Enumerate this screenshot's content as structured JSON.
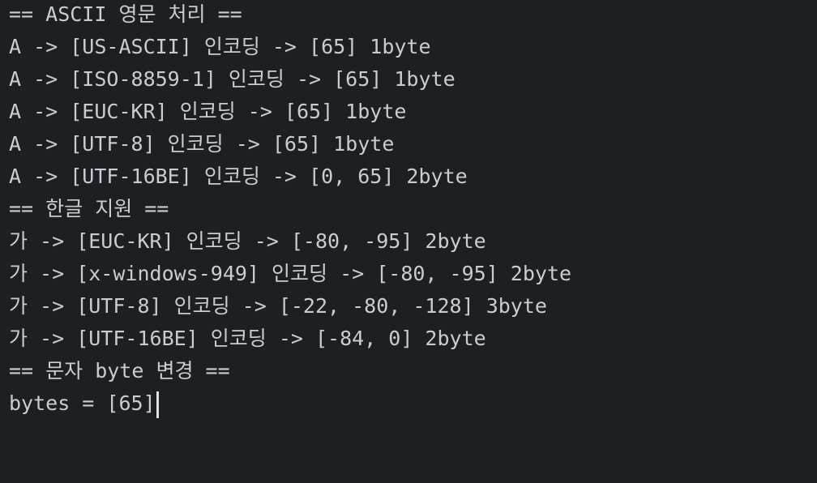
{
  "console": {
    "lines": [
      "== ASCII 영문 처리 ==",
      "A -> [US-ASCII] 인코딩 -> [65] 1byte",
      "A -> [ISO-8859-1] 인코딩 -> [65] 1byte",
      "A -> [EUC-KR] 인코딩 -> [65] 1byte",
      "A -> [UTF-8] 인코딩 -> [65] 1byte",
      "A -> [UTF-16BE] 인코딩 -> [0, 65] 2byte",
      "== 한글 지원 ==",
      "가 -> [EUC-KR] 인코딩 -> [-80, -95] 2byte",
      "가 -> [x-windows-949] 인코딩 -> [-80, -95] 2byte",
      "가 -> [UTF-8] 인코딩 -> [-22, -80, -128] 3byte",
      "가 -> [UTF-16BE] 인코딩 -> [-84, 0] 2byte",
      "== 문자 byte 변경 ==",
      "bytes = [65]"
    ]
  },
  "colors": {
    "background": "#1e1f22",
    "text": "#c9ccd3",
    "cursor": "#dfe1e5"
  }
}
